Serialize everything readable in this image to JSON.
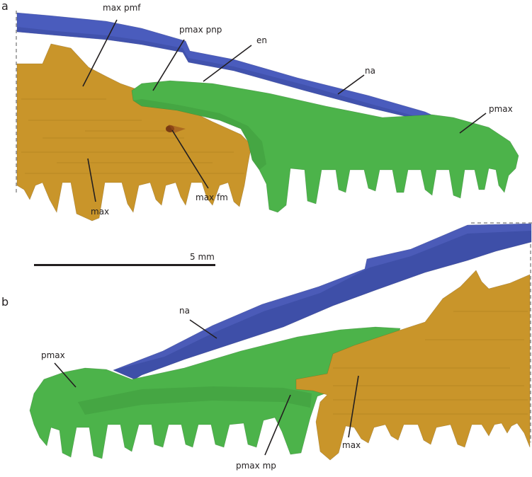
{
  "figure": {
    "colors": {
      "nasal": "#4a5cbd",
      "nasal_dark": "#3a4aa0",
      "premaxilla": "#4cb34a",
      "premaxilla_dark": "#3d9a3b",
      "maxilla": "#c9952a",
      "maxilla_dark": "#a97b1e",
      "foramen": "#7a3a12",
      "text": "#231f20"
    },
    "panel_a": {
      "letter": "a",
      "labels": {
        "max_pmf": "max pmf",
        "pmax_pnp": "pmax pnp",
        "en": "en",
        "na": "na",
        "pmax": "pmax",
        "max": "max",
        "max_fm": "max fm"
      }
    },
    "scale_bar": {
      "label": "5 mm"
    },
    "panel_b": {
      "letter": "b",
      "labels": {
        "na": "na",
        "pmax": "pmax",
        "pmax_mp": "pmax mp",
        "max": "max"
      }
    }
  }
}
